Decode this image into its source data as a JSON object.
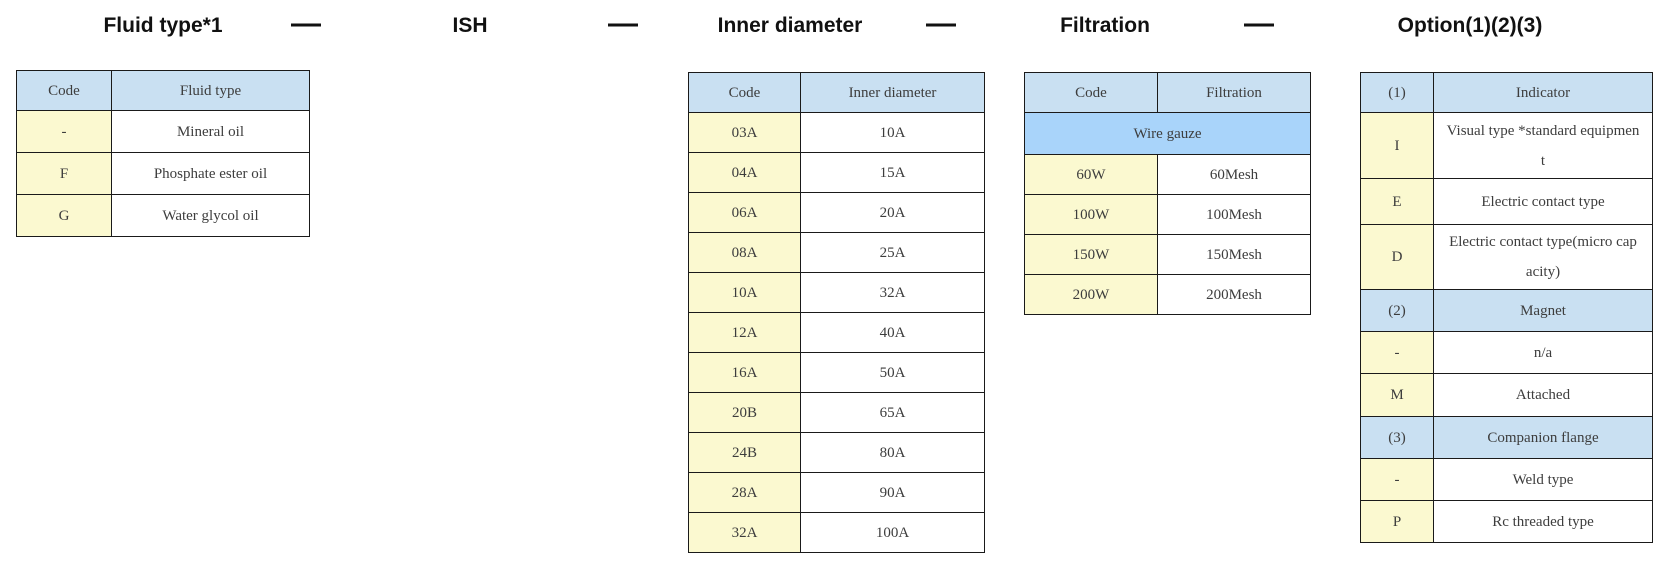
{
  "header": {
    "separator": "—",
    "segments": [
      {
        "label": "Fluid type*1"
      },
      {
        "label": "ISH"
      },
      {
        "label": "Inner diameter"
      },
      {
        "label": "Filtration"
      },
      {
        "label": "Option(1)(2)(3)"
      }
    ]
  },
  "colors": {
    "header_blue": "#c9e0f2",
    "gauze_blue": "#a9d4fa",
    "code_yellow": "#fbf9d0",
    "border": "#1a1a1a",
    "text": "#3d3d3d",
    "title_text": "#111111"
  },
  "tables": {
    "fluid_type": {
      "headers": [
        "Code",
        "Fluid type"
      ],
      "rows": [
        [
          "-",
          "Mineral oil"
        ],
        [
          "F",
          "Phosphate ester oil"
        ],
        [
          "G",
          "Water glycol oil"
        ]
      ]
    },
    "inner_diameter": {
      "headers": [
        "Code",
        "Inner diameter"
      ],
      "rows": [
        [
          "03A",
          "10A"
        ],
        [
          "04A",
          "15A"
        ],
        [
          "06A",
          "20A"
        ],
        [
          "08A",
          "25A"
        ],
        [
          "10A",
          "32A"
        ],
        [
          "12A",
          "40A"
        ],
        [
          "16A",
          "50A"
        ],
        [
          "20B",
          "65A"
        ],
        [
          "24B",
          "80A"
        ],
        [
          "28A",
          "90A"
        ],
        [
          "32A",
          "100A"
        ]
      ]
    },
    "filtration": {
      "headers": [
        "Code",
        "Filtration"
      ],
      "section": "Wire gauze",
      "rows": [
        [
          "60W",
          "60Mesh"
        ],
        [
          "100W",
          "100Mesh"
        ],
        [
          "150W",
          "150Mesh"
        ],
        [
          "200W",
          "200Mesh"
        ]
      ]
    },
    "option": {
      "sections": [
        {
          "code": "(1)",
          "name": "Indicator",
          "rows": [
            [
              "I",
              "Visual type *standard equipment"
            ],
            [
              "E",
              "Electric contact type"
            ],
            [
              "D",
              "Electric contact type(micro capacity)"
            ]
          ]
        },
        {
          "code": "(2)",
          "name": "Magnet",
          "rows": [
            [
              "-",
              "n/a"
            ],
            [
              "M",
              "Attached"
            ]
          ]
        },
        {
          "code": "(3)",
          "name": "Companion flange",
          "rows": [
            [
              "-",
              "Weld type"
            ],
            [
              "P",
              "Rc threaded type"
            ]
          ]
        }
      ]
    }
  }
}
